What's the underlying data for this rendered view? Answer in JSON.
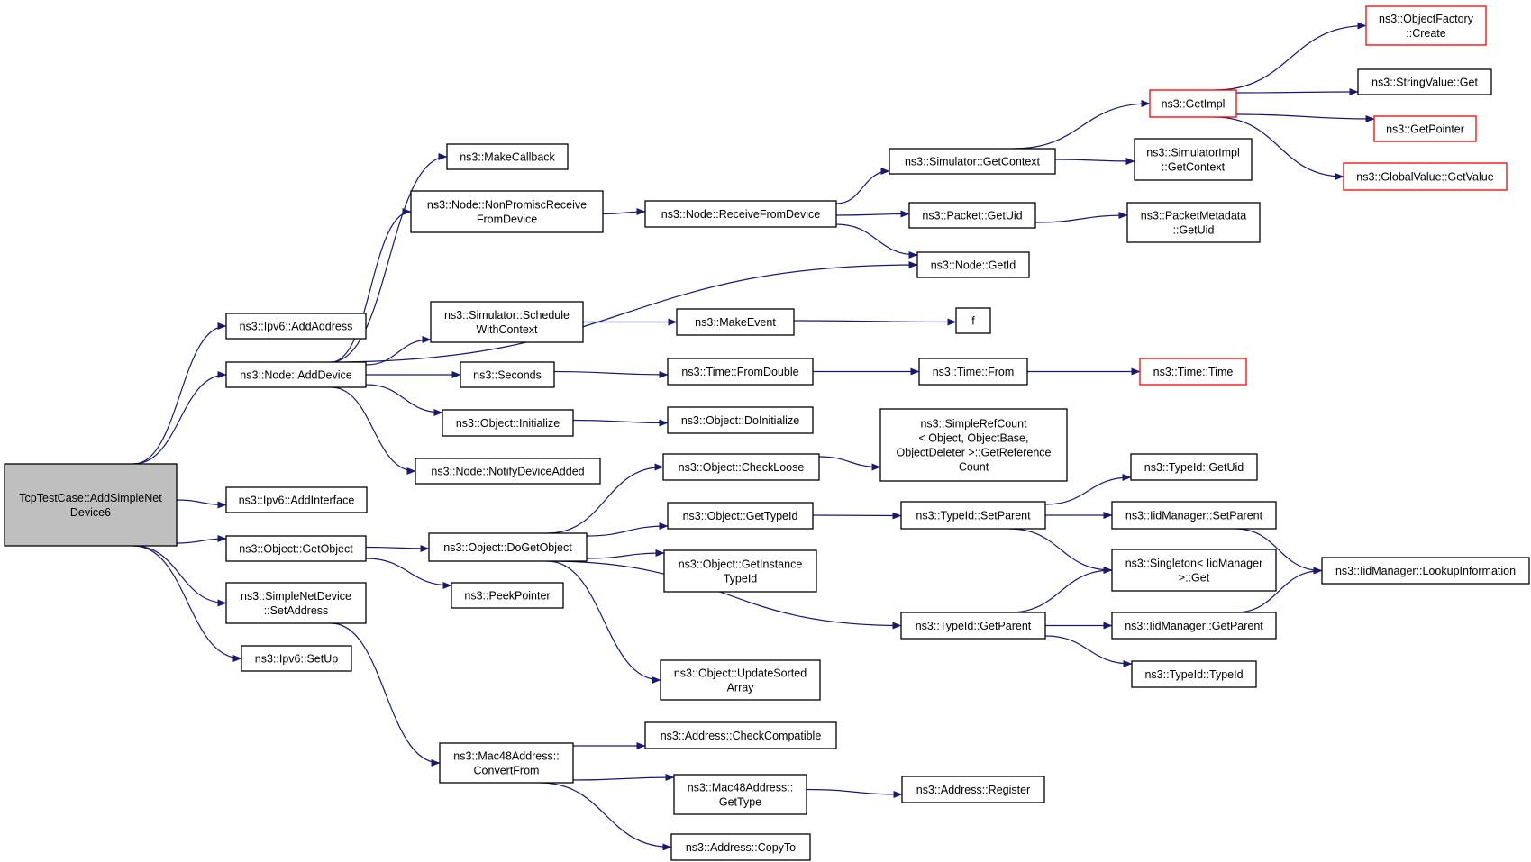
{
  "colors": {
    "edge": "#191970",
    "node_border": "#000000",
    "truncated_border": "#ff0000",
    "root_fill": "#bfbfbf",
    "node_fill": "#ffffff"
  },
  "nodes": [
    {
      "id": "root",
      "lines": [
        "TcpTestCase::AddSimpleNet",
        "Device6"
      ],
      "style": "root"
    },
    {
      "id": "ipv6_addaddress",
      "lines": [
        "ns3::Ipv6::AddAddress"
      ]
    },
    {
      "id": "node_adddevice",
      "lines": [
        "ns3::Node::AddDevice"
      ]
    },
    {
      "id": "ipv6_addinterface",
      "lines": [
        "ns3::Ipv6::AddInterface"
      ]
    },
    {
      "id": "object_getobject",
      "lines": [
        "ns3::Object::GetObject"
      ]
    },
    {
      "id": "simplenetdevice_setaddress",
      "lines": [
        "ns3::SimpleNetDevice",
        "::SetAddress"
      ]
    },
    {
      "id": "ipv6_setup",
      "lines": [
        "ns3::Ipv6::SetUp"
      ]
    },
    {
      "id": "makecallback",
      "lines": [
        "ns3::MakeCallback"
      ]
    },
    {
      "id": "node_nonpromisc",
      "lines": [
        "ns3::Node::NonPromiscReceive",
        "FromDevice"
      ]
    },
    {
      "id": "simulator_schedulewithcontext",
      "lines": [
        "ns3::Simulator::Schedule",
        "WithContext"
      ]
    },
    {
      "id": "seconds",
      "lines": [
        "ns3::Seconds"
      ]
    },
    {
      "id": "object_initialize",
      "lines": [
        "ns3::Object::Initialize"
      ]
    },
    {
      "id": "node_notifydeviceadded",
      "lines": [
        "ns3::Node::NotifyDeviceAdded"
      ]
    },
    {
      "id": "node_receivefromdevice",
      "lines": [
        "ns3::Node::ReceiveFromDevice"
      ]
    },
    {
      "id": "makeevent",
      "lines": [
        "ns3::MakeEvent"
      ]
    },
    {
      "id": "time_fromdouble",
      "lines": [
        "ns3::Time::FromDouble"
      ]
    },
    {
      "id": "object_doinitialize",
      "lines": [
        "ns3::Object::DoInitialize"
      ]
    },
    {
      "id": "object_dogetobject",
      "lines": [
        "ns3::Object::DoGetObject"
      ]
    },
    {
      "id": "peekpointer",
      "lines": [
        "ns3::PeekPointer"
      ]
    },
    {
      "id": "mac48_convertfrom",
      "lines": [
        "ns3::Mac48Address::",
        "ConvertFrom"
      ]
    },
    {
      "id": "simulator_getcontext",
      "lines": [
        "ns3::Simulator::GetContext"
      ]
    },
    {
      "id": "packet_getuid",
      "lines": [
        "ns3::Packet::GetUid"
      ]
    },
    {
      "id": "node_getid",
      "lines": [
        "ns3::Node::GetId"
      ]
    },
    {
      "id": "f",
      "lines": [
        "f"
      ]
    },
    {
      "id": "time_from",
      "lines": [
        "ns3::Time::From"
      ]
    },
    {
      "id": "object_checkloose",
      "lines": [
        "ns3::Object::CheckLoose"
      ]
    },
    {
      "id": "object_gettypeid",
      "lines": [
        "ns3::Object::GetTypeId"
      ]
    },
    {
      "id": "object_getinstancetypeid",
      "lines": [
        "ns3::Object::GetInstance",
        "TypeId"
      ]
    },
    {
      "id": "object_updatesortedarray",
      "lines": [
        "ns3::Object::UpdateSorted",
        "Array"
      ]
    },
    {
      "id": "address_checkcompatible",
      "lines": [
        "ns3::Address::CheckCompatible"
      ]
    },
    {
      "id": "mac48_gettype",
      "lines": [
        "ns3::Mac48Address::",
        "GetType"
      ]
    },
    {
      "id": "address_copyto",
      "lines": [
        "ns3::Address::CopyTo"
      ]
    },
    {
      "id": "getimpl",
      "lines": [
        "ns3::GetImpl"
      ],
      "style": "truncated"
    },
    {
      "id": "simulatorimpl_getcontext",
      "lines": [
        "ns3::SimulatorImpl",
        "::GetContext"
      ]
    },
    {
      "id": "packetmetadata_getuid",
      "lines": [
        "ns3::PacketMetadata",
        "::GetUid"
      ]
    },
    {
      "id": "time_time",
      "lines": [
        "ns3::Time::Time"
      ],
      "style": "truncated"
    },
    {
      "id": "simplerefcount",
      "lines": [
        "ns3::SimpleRefCount",
        "< Object, ObjectBase,",
        "ObjectDeleter >::GetReference",
        "Count"
      ]
    },
    {
      "id": "typeid_setparent",
      "lines": [
        "ns3::TypeId::SetParent"
      ]
    },
    {
      "id": "typeid_getparent",
      "lines": [
        "ns3::TypeId::GetParent"
      ]
    },
    {
      "id": "address_register",
      "lines": [
        "ns3::Address::Register"
      ]
    },
    {
      "id": "objectfactory_create",
      "lines": [
        "ns3::ObjectFactory",
        "::Create"
      ],
      "style": "truncated"
    },
    {
      "id": "stringvalue_get",
      "lines": [
        "ns3::StringValue::Get"
      ]
    },
    {
      "id": "getpointer",
      "lines": [
        "ns3::GetPointer"
      ],
      "style": "truncated"
    },
    {
      "id": "globalvalue_getvalue",
      "lines": [
        "ns3::GlobalValue::GetValue"
      ],
      "style": "truncated"
    },
    {
      "id": "typeid_getuid",
      "lines": [
        "ns3::TypeId::GetUid"
      ]
    },
    {
      "id": "iidmanager_setparent",
      "lines": [
        "ns3::IidManager::SetParent"
      ]
    },
    {
      "id": "singleton_get",
      "lines": [
        "ns3::Singleton< IidManager",
        ">::Get"
      ]
    },
    {
      "id": "iidmanager_getparent",
      "lines": [
        "ns3::IidManager::GetParent"
      ]
    },
    {
      "id": "typeid_typeid",
      "lines": [
        "ns3::TypeId::TypeId"
      ]
    },
    {
      "id": "iidmanager_lookupinformation",
      "lines": [
        "ns3::IidManager::LookupInformation"
      ]
    }
  ],
  "edges": [
    [
      "root",
      "ipv6_addaddress"
    ],
    [
      "root",
      "node_adddevice"
    ],
    [
      "root",
      "ipv6_addinterface"
    ],
    [
      "root",
      "object_getobject"
    ],
    [
      "root",
      "simplenetdevice_setaddress"
    ],
    [
      "root",
      "ipv6_setup"
    ],
    [
      "node_adddevice",
      "makecallback"
    ],
    [
      "node_adddevice",
      "node_nonpromisc"
    ],
    [
      "node_adddevice",
      "node_getid"
    ],
    [
      "node_adddevice",
      "simulator_schedulewithcontext"
    ],
    [
      "node_adddevice",
      "seconds"
    ],
    [
      "node_adddevice",
      "object_initialize"
    ],
    [
      "node_adddevice",
      "node_notifydeviceadded"
    ],
    [
      "node_nonpromisc",
      "node_receivefromdevice"
    ],
    [
      "node_receivefromdevice",
      "simulator_getcontext"
    ],
    [
      "node_receivefromdevice",
      "packet_getuid"
    ],
    [
      "node_receivefromdevice",
      "node_getid"
    ],
    [
      "simulator_getcontext",
      "getimpl"
    ],
    [
      "simulator_getcontext",
      "simulatorimpl_getcontext"
    ],
    [
      "getimpl",
      "objectfactory_create"
    ],
    [
      "getimpl",
      "stringvalue_get"
    ],
    [
      "getimpl",
      "getpointer"
    ],
    [
      "getimpl",
      "globalvalue_getvalue"
    ],
    [
      "packet_getuid",
      "packetmetadata_getuid"
    ],
    [
      "simulator_schedulewithcontext",
      "makeevent"
    ],
    [
      "makeevent",
      "f"
    ],
    [
      "seconds",
      "time_fromdouble"
    ],
    [
      "time_fromdouble",
      "time_from"
    ],
    [
      "time_from",
      "time_time"
    ],
    [
      "object_initialize",
      "object_doinitialize"
    ],
    [
      "object_getobject",
      "object_dogetobject"
    ],
    [
      "object_getobject",
      "peekpointer"
    ],
    [
      "object_dogetobject",
      "object_checkloose"
    ],
    [
      "object_dogetobject",
      "object_gettypeid"
    ],
    [
      "object_dogetobject",
      "object_getinstancetypeid"
    ],
    [
      "object_dogetobject",
      "typeid_getparent"
    ],
    [
      "object_dogetobject",
      "object_updatesortedarray"
    ],
    [
      "object_checkloose",
      "simplerefcount"
    ],
    [
      "object_gettypeid",
      "typeid_setparent"
    ],
    [
      "typeid_setparent",
      "typeid_getuid"
    ],
    [
      "typeid_setparent",
      "iidmanager_setparent"
    ],
    [
      "typeid_setparent",
      "singleton_get"
    ],
    [
      "iidmanager_setparent",
      "iidmanager_lookupinformation"
    ],
    [
      "typeid_getparent",
      "singleton_get"
    ],
    [
      "typeid_getparent",
      "iidmanager_getparent"
    ],
    [
      "typeid_getparent",
      "typeid_typeid"
    ],
    [
      "iidmanager_getparent",
      "iidmanager_lookupinformation"
    ],
    [
      "simplenetdevice_setaddress",
      "mac48_convertfrom"
    ],
    [
      "mac48_convertfrom",
      "address_checkcompatible"
    ],
    [
      "mac48_convertfrom",
      "mac48_gettype"
    ],
    [
      "mac48_convertfrom",
      "address_copyto"
    ],
    [
      "mac48_gettype",
      "address_register"
    ]
  ]
}
